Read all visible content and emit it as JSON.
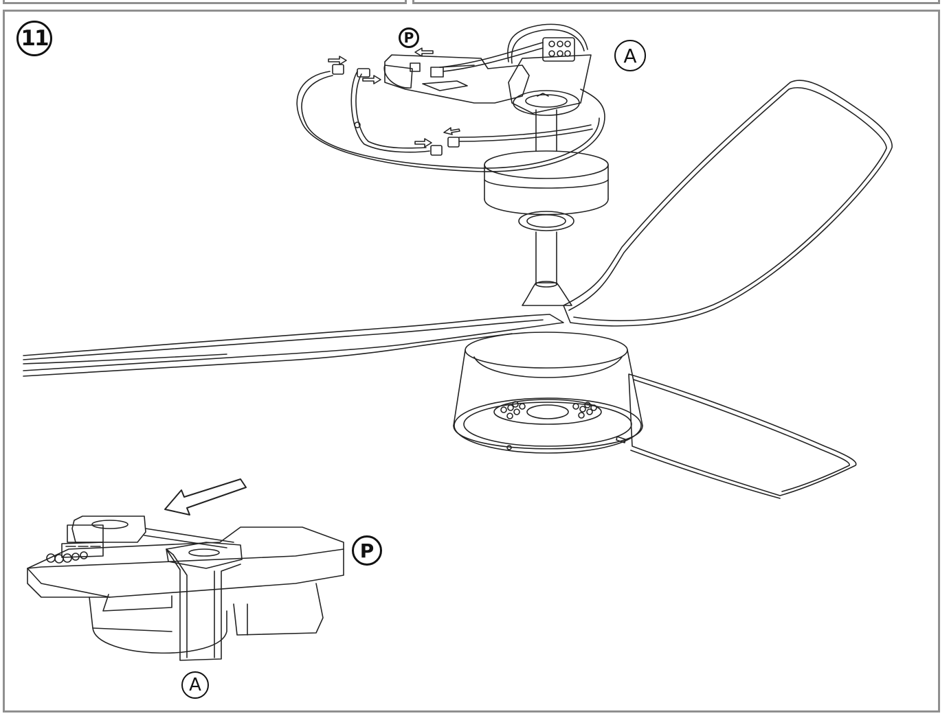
{
  "step": {
    "number": "11"
  },
  "callouts": {
    "part_p_top": "P",
    "part_a_top": "A",
    "part_p_detail": "P",
    "part_a_detail": "A"
  },
  "colors": {
    "line": "#222222",
    "frame": "#8f8f8f",
    "background": "#ffffff"
  }
}
